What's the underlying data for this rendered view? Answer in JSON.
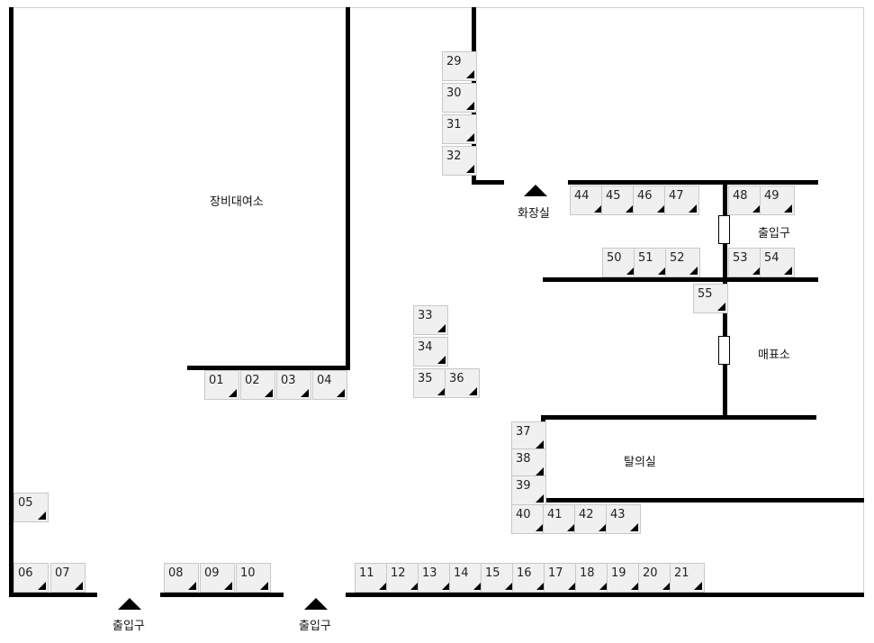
{
  "rooms": {
    "rental": "장비대여소",
    "restroom": "화장실",
    "ticket": "매표소",
    "changing": "탈의실",
    "exit_right": "출입구",
    "exit_bottom_1": "출입구",
    "exit_bottom_2": "출입구"
  },
  "seats": [
    "01",
    "02",
    "03",
    "04",
    "05",
    "06",
    "07",
    "08",
    "09",
    "10",
    "11",
    "12",
    "13",
    "14",
    "15",
    "16",
    "17",
    "18",
    "19",
    "20",
    "21",
    "29",
    "30",
    "31",
    "32",
    "33",
    "34",
    "35",
    "36",
    "37",
    "38",
    "39",
    "40",
    "41",
    "42",
    "43",
    "44",
    "45",
    "46",
    "47",
    "48",
    "49",
    "50",
    "51",
    "52",
    "53",
    "54",
    "55"
  ]
}
